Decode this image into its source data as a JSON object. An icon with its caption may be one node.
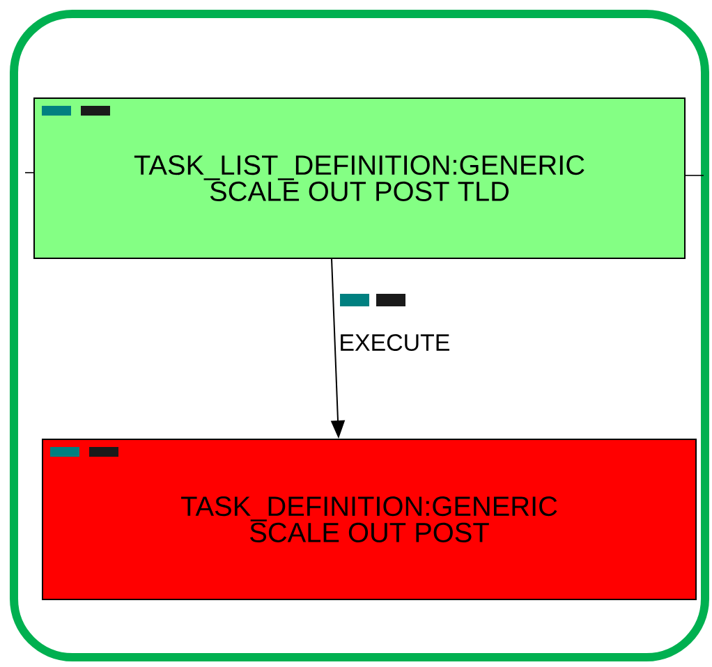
{
  "diagram": {
    "nodes": [
      {
        "text": [
          "TASK_LIST_DEFINITION:GENERIC",
          "SCALE OUT POST TLD"
        ]
      },
      {
        "text": [
          "TASK_DEFINITION:GENERIC",
          "SCALE OUT POST"
        ]
      }
    ],
    "edges": [
      {
        "from": 0,
        "to": 1,
        "arrow": "to",
        "label": "EXECUTE"
      }
    ]
  }
}
